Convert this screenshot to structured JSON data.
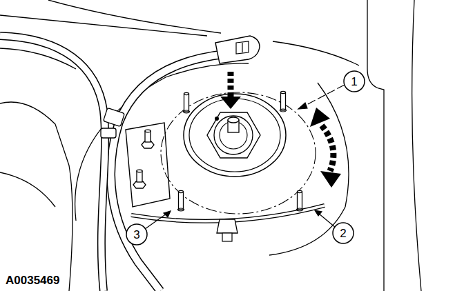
{
  "diagram": {
    "labels": [
      "1",
      "2",
      "3",
      "A0035469"
    ]
  }
}
